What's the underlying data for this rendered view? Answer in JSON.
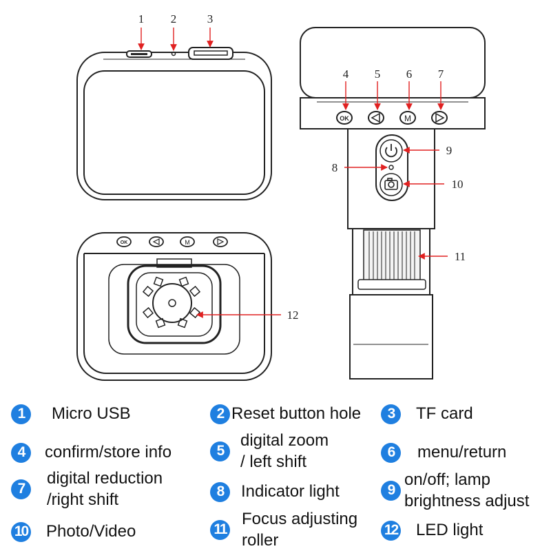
{
  "callouts": [
    "1",
    "2",
    "3",
    "4",
    "5",
    "6",
    "7",
    "8",
    "9",
    "10",
    "11",
    "12"
  ],
  "colors": {
    "callout_line": "#e02020",
    "badge": "#1f7fe0",
    "outline": "#222222"
  },
  "legend": [
    {
      "num": "1",
      "line1": "Micro USB",
      "line2": ""
    },
    {
      "num": "2",
      "line1": "Reset button hole",
      "line2": ""
    },
    {
      "num": "3",
      "line1": "TF card",
      "line2": ""
    },
    {
      "num": "4",
      "line1": "confirm/store info",
      "line2": ""
    },
    {
      "num": "5",
      "line1": "digital zoom",
      "line2": "/ left shift"
    },
    {
      "num": "6",
      "line1": "menu/return",
      "line2": ""
    },
    {
      "num": "7",
      "line1": "digital reduction",
      "line2": "/right shift"
    },
    {
      "num": "8",
      "line1": "Indicator light",
      "line2": ""
    },
    {
      "num": "9",
      "line1": "on/off; lamp",
      "line2": "brightness adjust"
    },
    {
      "num": "10",
      "line1": "Photo/Video",
      "line2": ""
    },
    {
      "num": "11",
      "line1": "Focus adjusting",
      "line2": "roller"
    },
    {
      "num": "12",
      "line1": "LED light",
      "line2": ""
    }
  ],
  "button_icons": [
    "ok-icon",
    "left-arrow-icon",
    "menu-m-icon",
    "right-arrow-icon",
    "power-icon",
    "camera-icon"
  ]
}
